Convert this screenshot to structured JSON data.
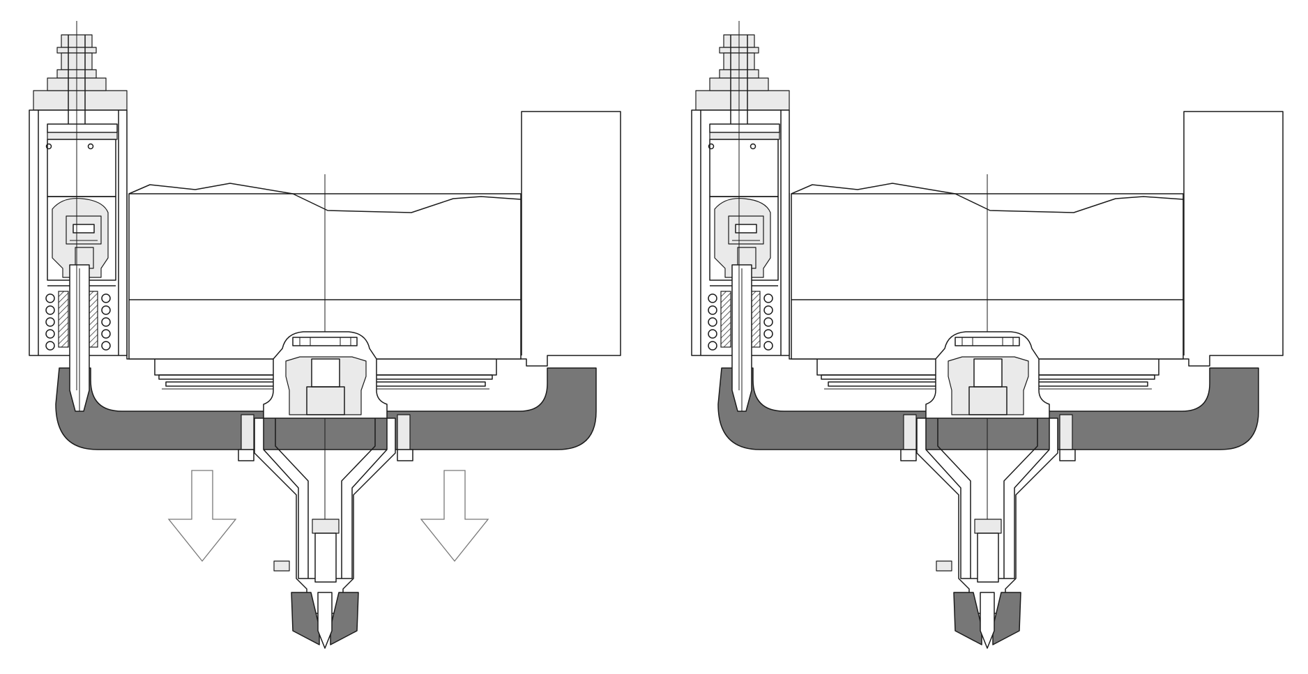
{
  "colors": {
    "line": "#1a1a1a",
    "paper": "#ffffff",
    "dark_fill": "#777777",
    "light_fill": "#eaeaea",
    "arrow_stroke": "#777777"
  },
  "views": [
    {
      "id": "left",
      "state": "lowered",
      "down_arrows": 2
    },
    {
      "id": "right",
      "state": "raised",
      "down_arrows": 0
    }
  ]
}
